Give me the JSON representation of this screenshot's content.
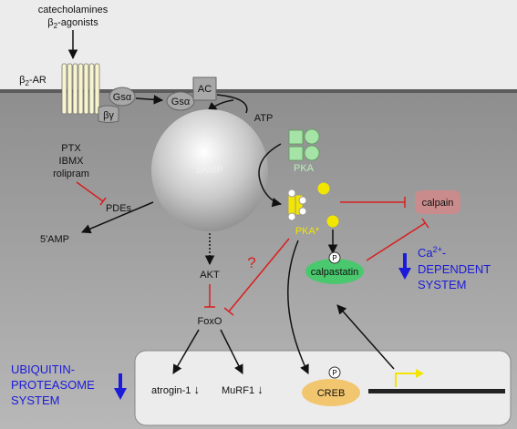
{
  "stimulus": {
    "line1": "catecholamines",
    "line2_prefix": "β",
    "line2_sub": "2",
    "line2_suffix": "-agonists"
  },
  "receptor": {
    "prefix": "β",
    "sub": "2",
    "suffix": "-AR"
  },
  "proteins": {
    "gsa_1": "Gsα",
    "gsa_2": "Gsα",
    "beta_gamma": "βγ",
    "ac": "AC"
  },
  "molecules": {
    "atp": "ATP",
    "camp": "cAMP",
    "pde": "PDEs",
    "amp5": "5'AMP",
    "pka": "PKA",
    "pka_active": "PKA*",
    "calpain": "calpain",
    "calpastatin": "calpastatin",
    "creb": "CREB",
    "akt": "AKT",
    "foxo": "FoxO",
    "atrogin": "atrogin-1",
    "murf1": "MuRF1",
    "phospho": "P",
    "question": "?"
  },
  "inhibitors": [
    "PTX",
    "IBMX",
    "rolipram"
  ],
  "systems": {
    "calcium": {
      "line1_prefix": "Ca",
      "line1_sup": "2+",
      "line1_suffix": "-",
      "line2": "DEPENDENT",
      "line3": "SYSTEM"
    },
    "ubiquitin": {
      "line1": "UBIQUITIN-",
      "line2": "PROTEASOME",
      "line3": "SYSTEM"
    }
  },
  "arrows": {
    "down": "↓"
  },
  "colors": {
    "membrane_top": "#ececec",
    "cytoplasm": "#9a9a9a",
    "nucleus": "#ececec",
    "pka_green": "#a6e3a6",
    "pka_yellow": "#f2e500",
    "calpain": "#c98b8b",
    "calpastatin": "#4ac86e",
    "creb": "#f2c66e",
    "inhibit_red": "#d81e1e",
    "system_blue": "#1b1bd9"
  }
}
